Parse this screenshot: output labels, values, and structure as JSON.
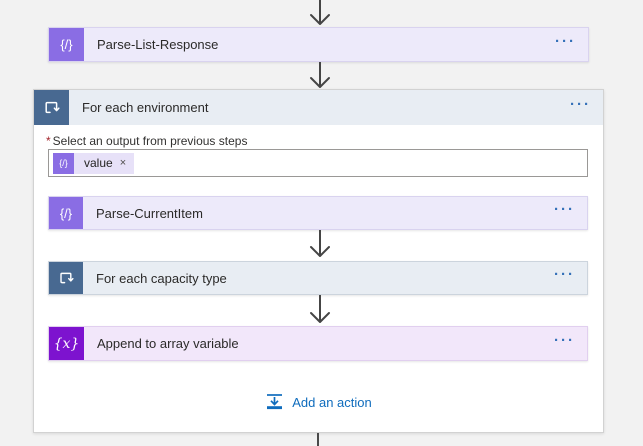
{
  "actions": {
    "parse_list_response": {
      "label": "Parse-List-Response"
    },
    "for_each_environment": {
      "label": "For each environment"
    },
    "parse_current_item": {
      "label": "Parse-CurrentItem"
    },
    "for_each_capacity_type": {
      "label": "For each capacity type"
    },
    "append_to_array_variable": {
      "label": "Append to array variable"
    }
  },
  "foreach_body": {
    "output_field": {
      "required_mark": "*",
      "label": "Select an output from previous steps",
      "token": {
        "label": "value",
        "remove_glyph": "×"
      }
    },
    "add_action": {
      "label": "Add an action"
    }
  },
  "glyphs": {
    "parse_json": "{/}",
    "variable": "{x}",
    "menu_ellipsis": "···"
  },
  "colors": {
    "parse_icon_bg": "#8a6de4",
    "parse_bar_bg": "#edeafa",
    "loop_icon_bg": "#486991",
    "loop_bar_bg": "#e8edf3",
    "variable_icon_bg": "#7d13cf",
    "variable_bar_bg": "#f2e7fa",
    "menu_blue": "#3470b8",
    "add_action_blue": "#0f6cbd",
    "required_red": "#a4262c",
    "canvas_bg": "#f2f2f2"
  }
}
